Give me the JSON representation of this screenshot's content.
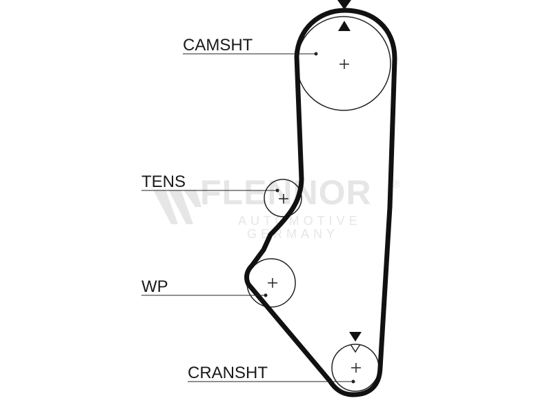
{
  "labels": {
    "camshaft": "CAMSHT",
    "tensioner": "TENS",
    "water_pump": "WP",
    "crankshaft": "CRANSHT"
  },
  "watermark": {
    "brand": "FLENNOR",
    "registered": "®",
    "line1": "AUTOMOTIVE",
    "line2": "GERMANY"
  },
  "colors": {
    "belt": "#111111",
    "pulley": "#222222",
    "watermark": "#e6e6e6"
  }
}
